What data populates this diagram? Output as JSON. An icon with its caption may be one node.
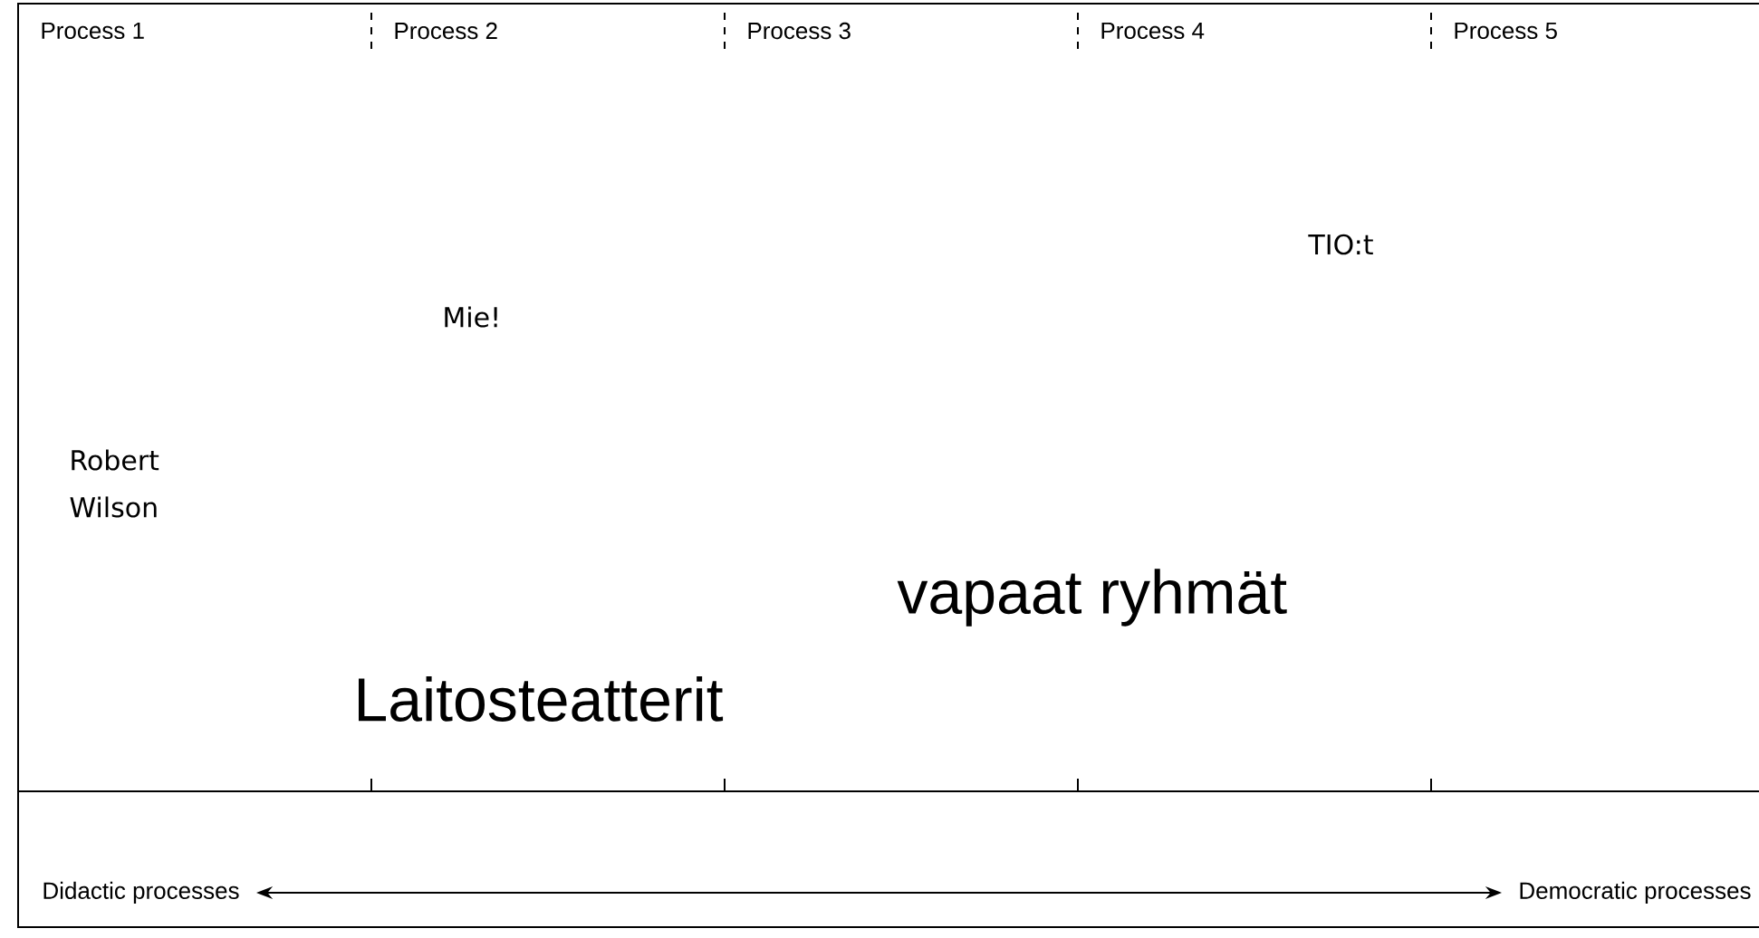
{
  "diagram": {
    "nodes": [
      {
        "text": [
          "Didactic processes"
        ]
      },
      {
        "text": [
          "Democratic processes"
        ]
      }
    ],
    "edges": [
      {
        "from": 0,
        "to": 1,
        "arrow": "both"
      }
    ],
    "labels": [
      "Process 1",
      "Process 2",
      "Process 3",
      "Process 4",
      "Process 5",
      "TIO:t",
      "Mie!",
      "Robert Wilson",
      "vapaat ryhmät",
      "Laitosteatterit"
    ]
  }
}
